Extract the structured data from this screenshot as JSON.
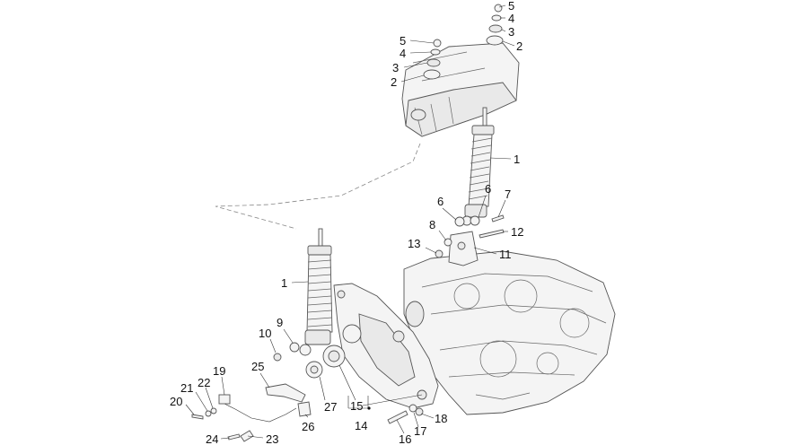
{
  "diagram": {
    "callouts": [
      {
        "id": "c5a",
        "text": "5"
      },
      {
        "id": "c4a",
        "text": "4"
      },
      {
        "id": "c3a",
        "text": "3"
      },
      {
        "id": "c2a",
        "text": "2"
      },
      {
        "id": "c5b",
        "text": "5"
      },
      {
        "id": "c4b",
        "text": "4"
      },
      {
        "id": "c3b",
        "text": "3"
      },
      {
        "id": "c2b",
        "text": "2"
      },
      {
        "id": "c1a",
        "text": "1"
      },
      {
        "id": "c6a",
        "text": "6"
      },
      {
        "id": "c6b",
        "text": "6"
      },
      {
        "id": "c7",
        "text": "7"
      },
      {
        "id": "c8",
        "text": "8"
      },
      {
        "id": "c12",
        "text": "12"
      },
      {
        "id": "c13",
        "text": "13"
      },
      {
        "id": "c11",
        "text": "11"
      },
      {
        "id": "c1b",
        "text": "1"
      },
      {
        "id": "c10",
        "text": "10"
      },
      {
        "id": "c9",
        "text": "9"
      },
      {
        "id": "c19",
        "text": "19"
      },
      {
        "id": "c25",
        "text": "25"
      },
      {
        "id": "c21",
        "text": "21"
      },
      {
        "id": "c22",
        "text": "22"
      },
      {
        "id": "c20",
        "text": "20"
      },
      {
        "id": "c27",
        "text": "27"
      },
      {
        "id": "c15",
        "text": "15"
      },
      {
        "id": "c14",
        "text": "14"
      },
      {
        "id": "c26",
        "text": "26"
      },
      {
        "id": "c18",
        "text": "18"
      },
      {
        "id": "c17",
        "text": "17"
      },
      {
        "id": "c16",
        "text": "16"
      },
      {
        "id": "c24",
        "text": "24"
      },
      {
        "id": "c23",
        "text": "23"
      }
    ]
  }
}
